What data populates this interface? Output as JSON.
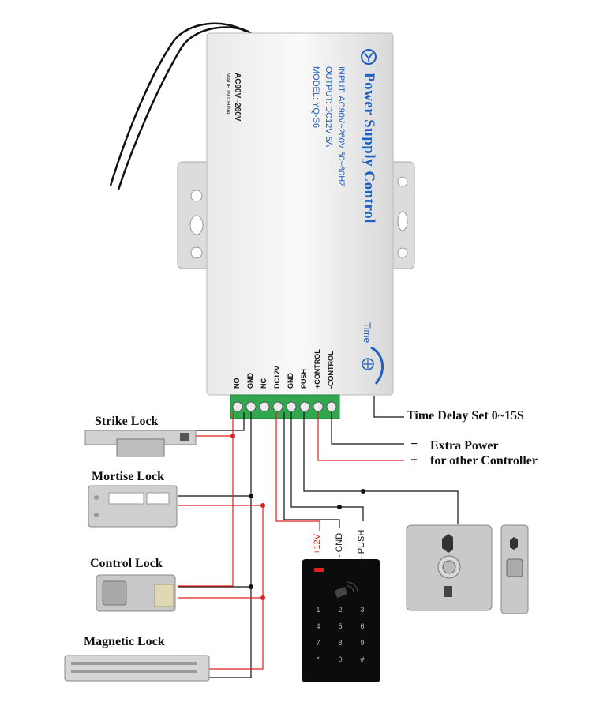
{
  "power_supply": {
    "brand": "Power Supply Control",
    "input": "INPUT: AC90V~260V 50~60HZ",
    "output": "OUTPUT: DC12V 5A",
    "model": "MODEL: YQ-S6",
    "side_voltage": "AC90V~260V",
    "side_made": "MADE IN CHINA",
    "time_label": "Time"
  },
  "terminals": [
    "NO",
    "GND",
    "NC",
    "DC12V",
    "GND",
    "PUSH",
    "+CONTROL",
    "-CONTROL"
  ],
  "annotations": {
    "time_delay": "Time Delay Set 0~15S",
    "extra_minus": "−",
    "extra_power": "Extra Power",
    "extra_plus": "+",
    "other_controller": "for other Controller"
  },
  "locks": {
    "strike": "Strike Lock",
    "mortise": "Mortise Lock",
    "control": "Control Lock",
    "magnetic": "Magnetic Lock"
  },
  "keypad": {
    "wire_12v": "+12V",
    "wire_gnd": "- GND",
    "wire_push": "- PUSH",
    "keys": [
      "1",
      "2",
      "3",
      "4",
      "5",
      "6",
      "7",
      "8",
      "9",
      "*",
      "0",
      "#"
    ]
  },
  "colors": {
    "wire_red": "#e02020",
    "wire_black": "#111111",
    "terminal_green": "#2fa84f",
    "brand_blue": "#1f5fbf"
  }
}
